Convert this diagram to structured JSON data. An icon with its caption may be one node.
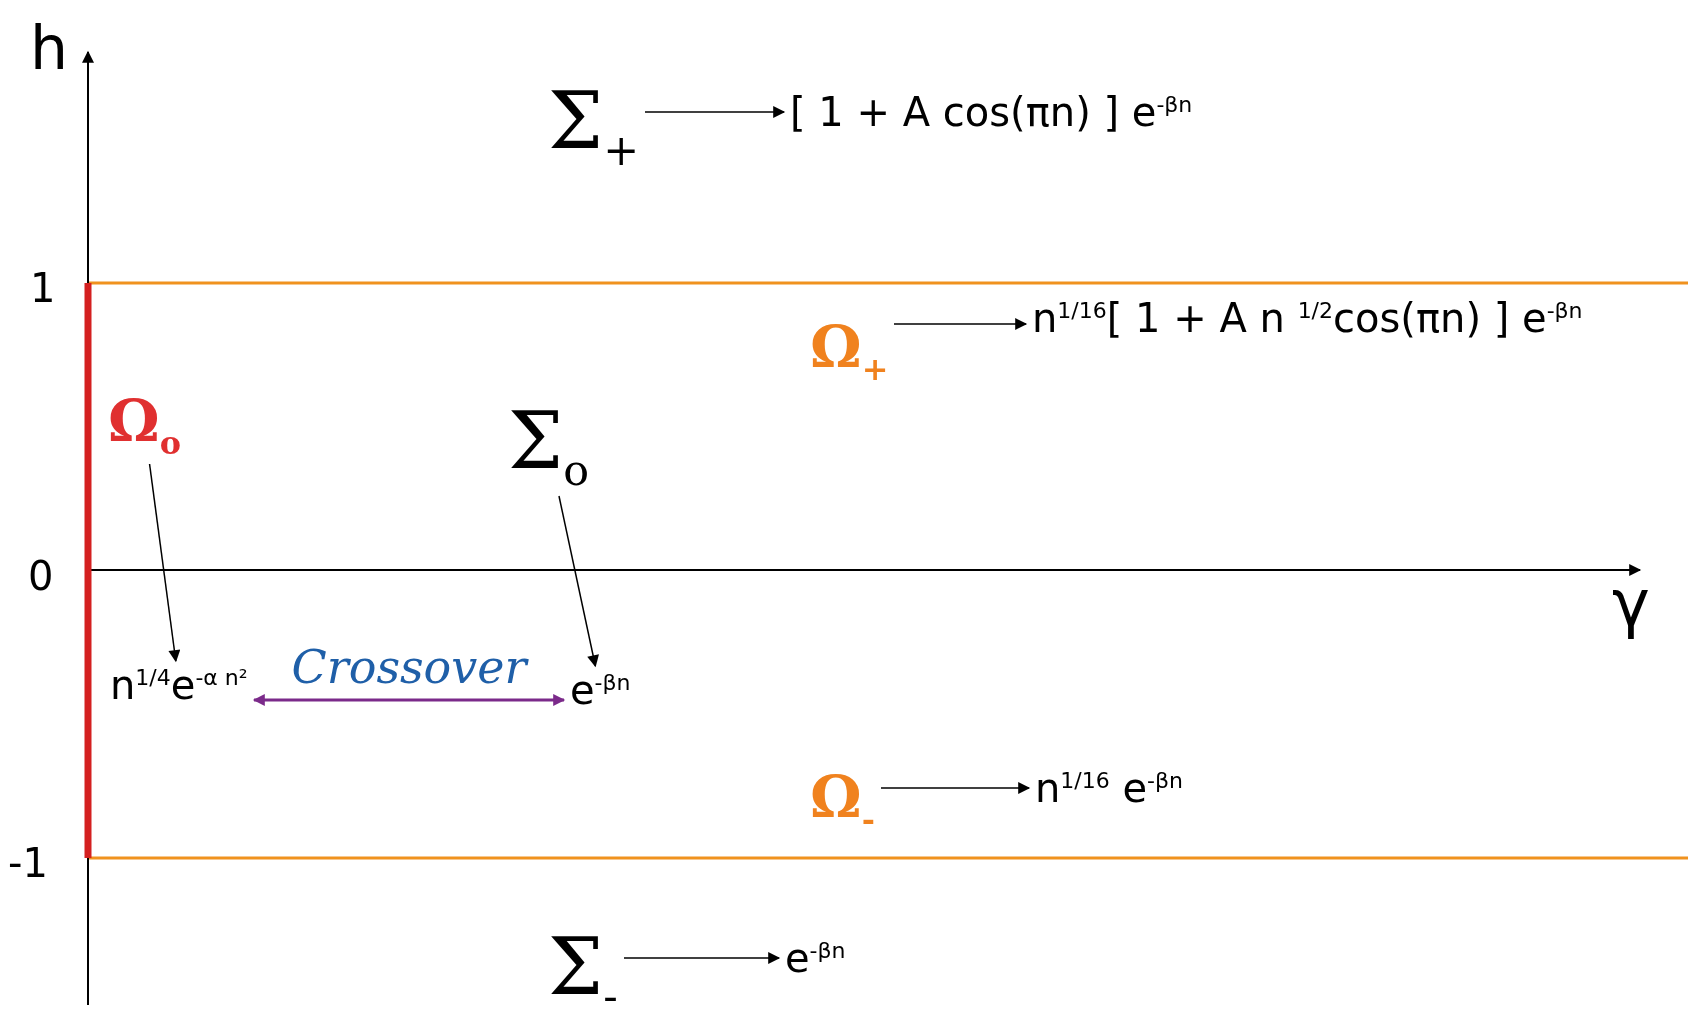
{
  "diagram": {
    "nodes": [
      {
        "text": [
          "Σ$_{+}$"
        ]
      },
      {
        "text": [
          "[ 1 + A cos(πn) ] e$^{-βn}$"
        ]
      },
      {
        "text": [
          "Ω$_{+}$"
        ]
      },
      {
        "text": [
          "n$^{1/16}$[ 1 + A n $^{1/2}$cos(πn) ] e$^{-βn}$"
        ]
      },
      {
        "text": [
          "Ω$_{o}$"
        ]
      },
      {
        "text": [
          "Σ$_{o}$"
        ]
      },
      {
        "text": [
          "n$^{1/4}$e$^{-α n²}$"
        ]
      },
      {
        "text": [
          "e$^{-βn}$"
        ]
      },
      {
        "text": [
          "Ω$_{-}$"
        ]
      },
      {
        "text": [
          "n$^{1/16}$ e$^{-βn}$"
        ]
      },
      {
        "text": [
          "Σ$_{-}$"
        ]
      },
      {
        "text": [
          "e$^{-βn}$"
        ]
      }
    ],
    "edges": [
      {
        "from": 0,
        "to": 1,
        "arrow": "to"
      },
      {
        "from": 2,
        "to": 3,
        "arrow": "to"
      },
      {
        "from": 4,
        "to": 6,
        "arrow": "to"
      },
      {
        "from": 5,
        "to": 7,
        "arrow": "to"
      },
      {
        "from": 6,
        "to": 7,
        "arrow": "both",
        "label": "Crossover",
        "color": "#7b2a8a"
      },
      {
        "from": 8,
        "to": 9,
        "arrow": "to"
      },
      {
        "from": 10,
        "to": 11,
        "arrow": "to"
      }
    ],
    "labels": [
      "h",
      "1",
      "0",
      "γ",
      "-1"
    ]
  }
}
